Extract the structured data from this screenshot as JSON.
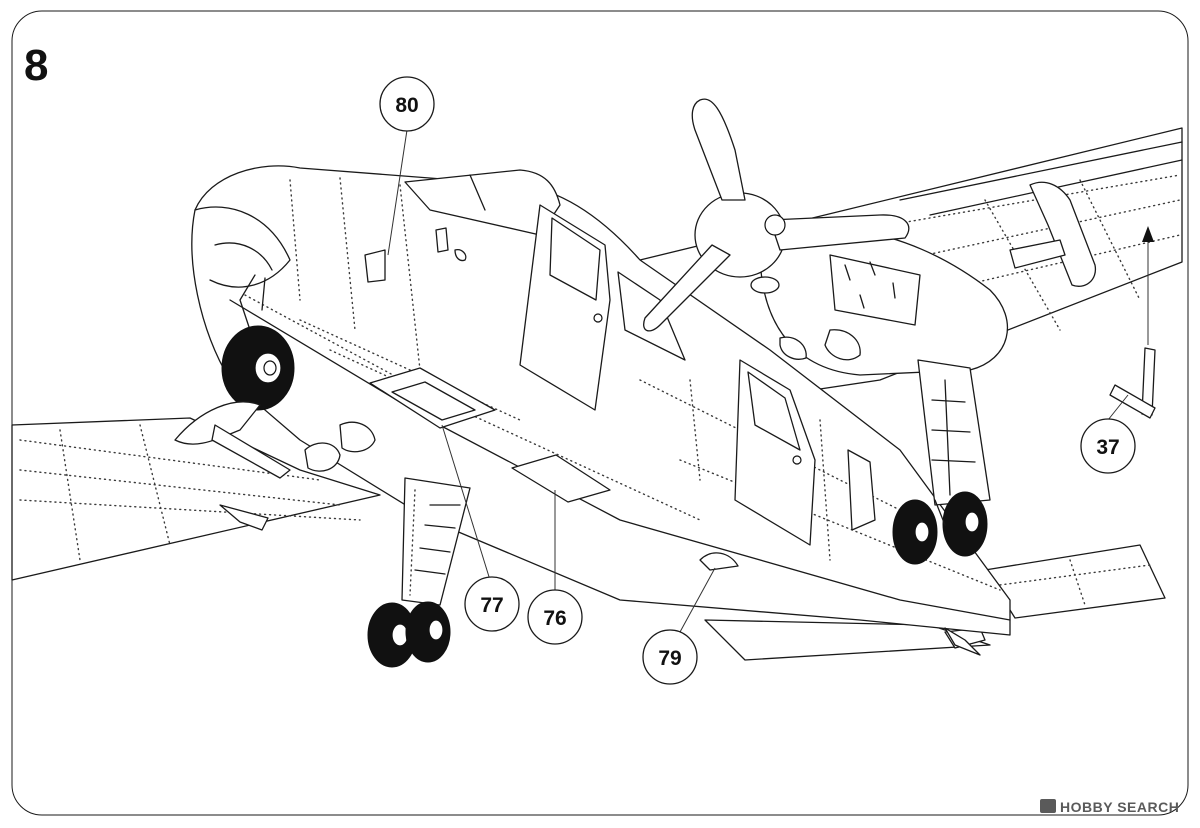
{
  "step": {
    "number": "8"
  },
  "callouts": {
    "part_80": "80",
    "part_37": "37",
    "part_77": "77",
    "part_76": "76",
    "part_79": "79"
  },
  "watermark": {
    "brand": "HOBBY SEARCH"
  },
  "colors": {
    "ink": "#1a1a1a",
    "paper": "#ffffff",
    "watermark": "#5a5a5a"
  }
}
